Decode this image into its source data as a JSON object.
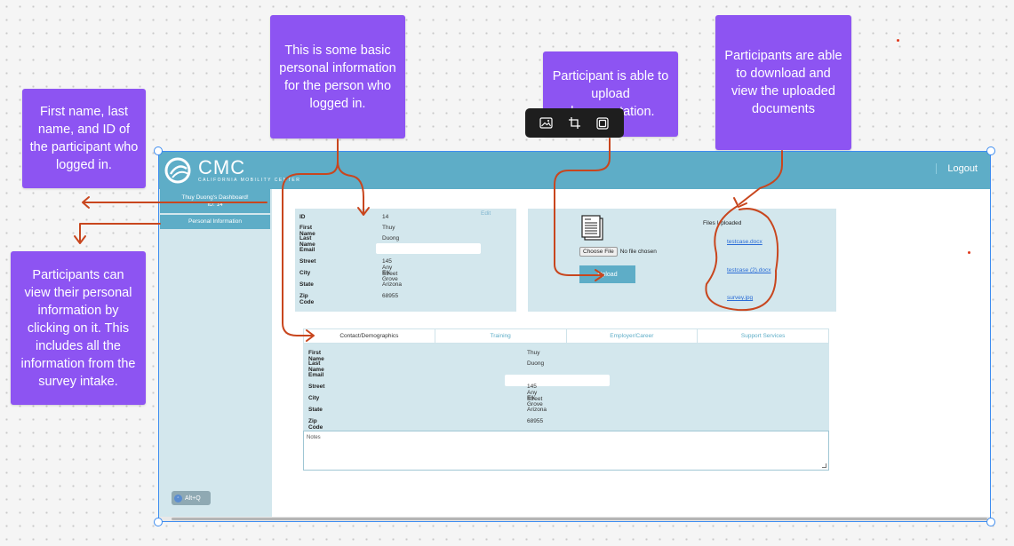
{
  "notes": {
    "name_id": "First name, last name, and ID of the participant who logged in.",
    "basic_info": "This is some basic personal information for the person who logged in.",
    "upload": "Participant is able to upload documentation.",
    "download": "Participants are able to download and view the uploaded documents",
    "view_info": "Participants can view their personal information by clicking on it. This includes all the information from the survey intake."
  },
  "app": {
    "logo_text": "CMC",
    "logo_subtitle": "CALIFORNIA MOBILITY CENTER",
    "logout": "Logout"
  },
  "sidebar": {
    "dashboard_title": "Thuy Duong's Dashboard!",
    "dashboard_id": "ID: 14",
    "personal_info": "Personal Information",
    "alt_button": "Alt+Q"
  },
  "info": {
    "rows": [
      {
        "label": "ID",
        "value": "14"
      },
      {
        "label": "First Name",
        "value": "Thuy"
      },
      {
        "label": "Last Name",
        "value": "Duong"
      },
      {
        "label": "Email",
        "value": ""
      },
      {
        "label": "Street",
        "value": "145 Any Street"
      },
      {
        "label": "City",
        "value": "Elk Grove"
      },
      {
        "label": "State",
        "value": "Arizona"
      },
      {
        "label": "Zip Code",
        "value": "68955"
      }
    ],
    "edit": "Edit"
  },
  "upload": {
    "choose_button": "Choose File",
    "no_file": "No file chosen",
    "upload_label": "Upload",
    "files_title": "Files Uploaded",
    "files": [
      "testcase.docx",
      "testcase (2).docx",
      "survey.jpg"
    ]
  },
  "tabs": [
    "Contact/Demographics",
    "Training",
    "Employer/Career",
    "Support Services"
  ],
  "demographics": {
    "rows": [
      {
        "label": "First Name",
        "value": "Thuy"
      },
      {
        "label": "Last Name",
        "value": "Duong"
      },
      {
        "label": "Email",
        "value": ""
      },
      {
        "label": "Street",
        "value": "145 Any Street"
      },
      {
        "label": "City",
        "value": "Elk Grove"
      },
      {
        "label": "State",
        "value": "Arizona"
      },
      {
        "label": "Zip Code",
        "value": "68955"
      }
    ],
    "notes_placeholder": "Notes"
  },
  "toolbar": {
    "icons": [
      "image-icon",
      "crop-icon",
      "frame-icon"
    ]
  },
  "colors": {
    "note": "#8d54f2",
    "header": "#5eadc7",
    "panel": "#d3e7ed",
    "arrow": "#c8461e",
    "selection": "#3d8cf0"
  }
}
